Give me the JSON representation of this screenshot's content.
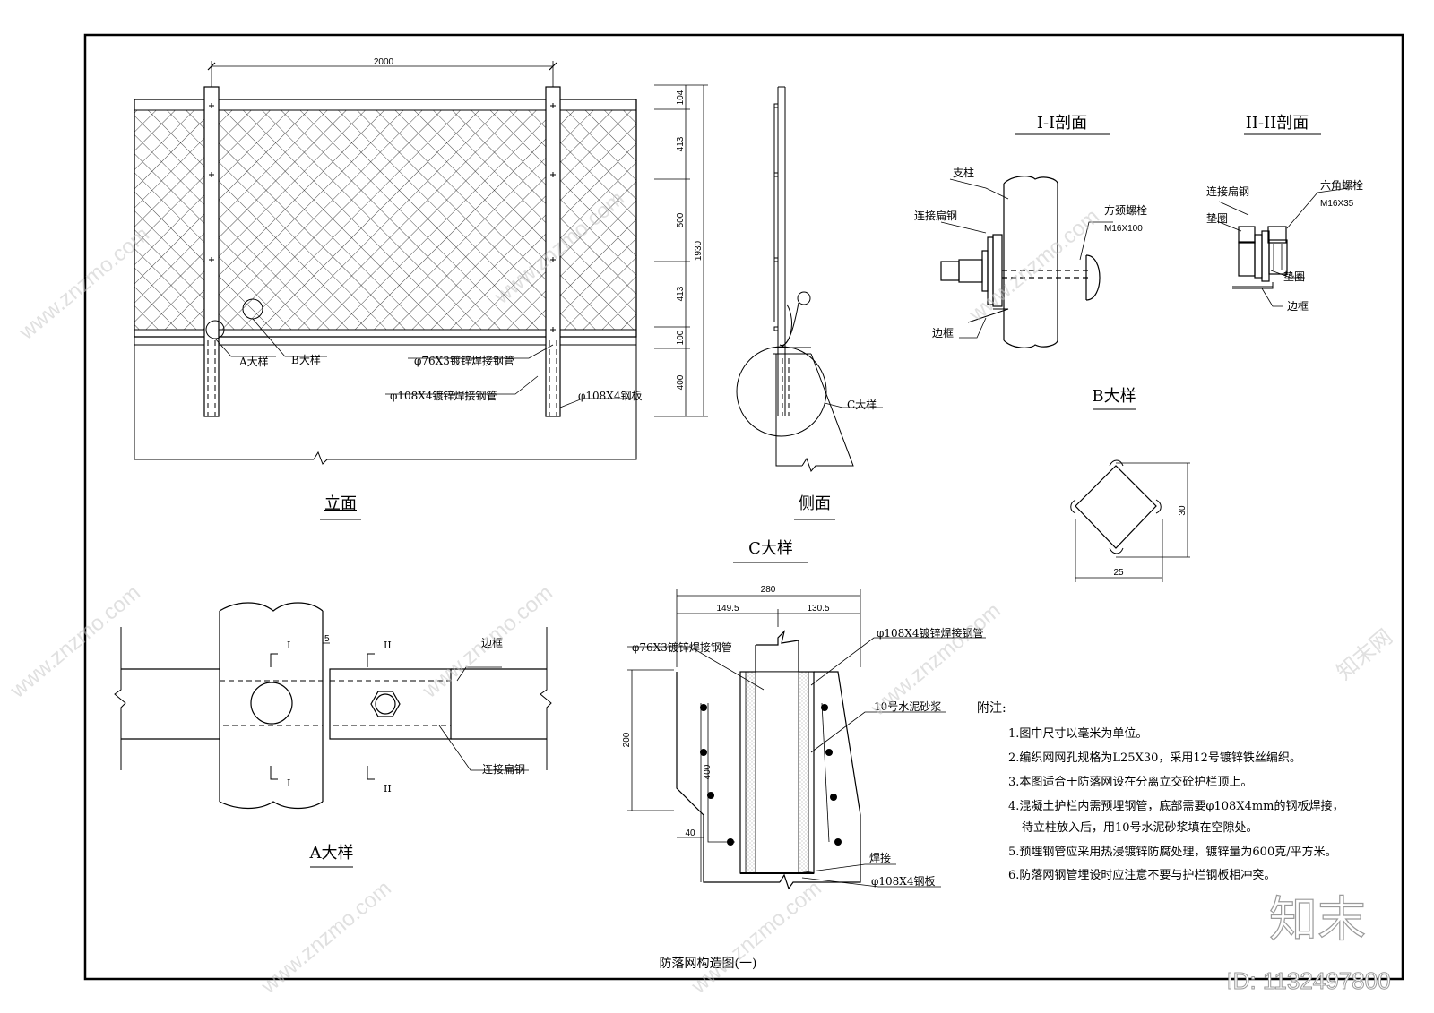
{
  "title": "防落网构造图(一)",
  "views": {
    "elevation": "立面",
    "side": "侧面",
    "section_1": "I-I剖面",
    "section_2": "II-II剖面",
    "detail_a": "A大样",
    "detail_b": "B大样",
    "detail_c": "C大样"
  },
  "elevation": {
    "dim_width": "2000",
    "dims_right": [
      "104",
      "413",
      "500",
      "413",
      "100",
      "400"
    ],
    "dim_total": "1930",
    "callout_a": "A大样",
    "callout_b": "B大样",
    "label_pipe76": "φ76X3镀锌焊接钢管",
    "label_pipe108": "φ108X4镀锌焊接钢管",
    "label_plate": "φ108X4钢板"
  },
  "side": {
    "callout_c": "C大样"
  },
  "section_1": {
    "post": "支柱",
    "flat_steel": "连接扁钢",
    "bolt": "方颈螺栓",
    "bolt_spec": "M16X100",
    "frame": "边框"
  },
  "section_2": {
    "flat_steel": "连接扁钢",
    "hex_bolt": "六角螺栓",
    "bolt_spec": "M16X35",
    "washer_1": "垫圈",
    "washer_2": "垫圈",
    "frame": "边框"
  },
  "detail_b": {
    "dim_h": "30",
    "dim_w": "25"
  },
  "detail_a": {
    "frame": "边框",
    "flat_steel": "连接扁钢",
    "gap": "5",
    "sec_i": "I",
    "sec_ii": "II"
  },
  "detail_c": {
    "dim_total": "280",
    "dim_left": "149.5",
    "dim_right": "130.5",
    "pipe76": "φ76X3镀锌焊接钢管",
    "pipe108": "φ108X4镀锌焊接钢管",
    "mortar": "10号水泥砂浆",
    "dim_200": "200",
    "dim_400": "400",
    "dim_40": "40",
    "weld": "焊接",
    "plate": "φ108X4钢板"
  },
  "notes": {
    "heading": "附注:",
    "items": [
      "1.图中尺寸以毫米为单位。",
      "2.编织网网孔规格为L25X30，采用12号镀锌铁丝编织。",
      "3.本图适合于防落网设在分离立交砼护栏顶上。",
      "4.混凝土护栏内需预埋钢管，底部需要φ108X4mm的钢板焊接，",
      "待立柱放入后，用10号水泥砂浆填在空隙处。",
      "5.预埋钢管应采用热浸镀锌防腐处理，镀锌量为600克/平方米。",
      "6.防落网钢管埋设时应注意不要与护栏钢板相冲突。"
    ]
  },
  "watermark": {
    "brand": "知末",
    "id": "ID: 1132497800",
    "site": "www.znzmo.com",
    "brand_long": "知末网"
  }
}
